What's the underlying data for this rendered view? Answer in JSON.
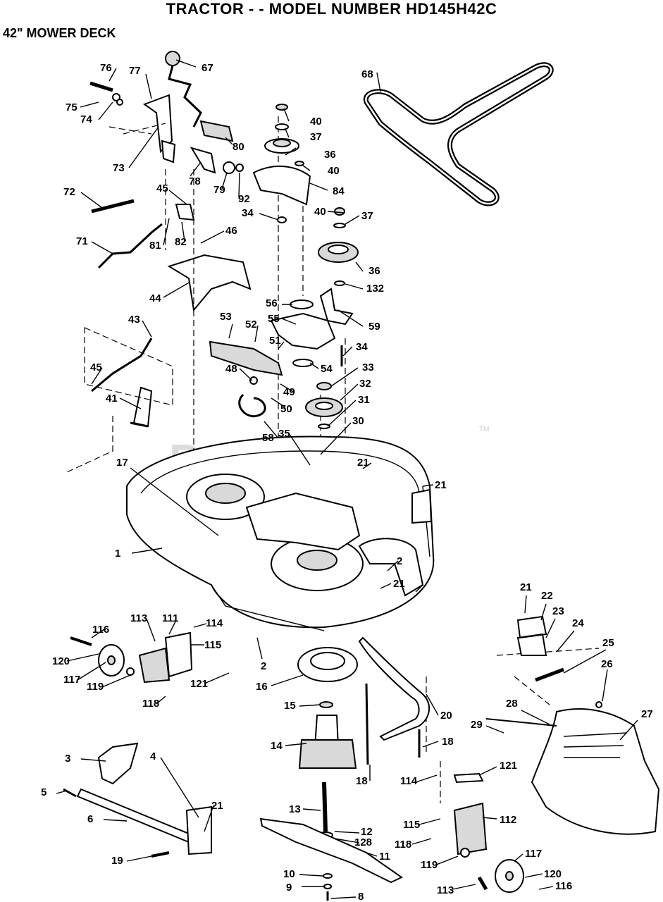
{
  "header": {
    "title": "TRACTOR - - MODEL NUMBER HD145H42C",
    "subtitle": "42\" MOWER DECK"
  },
  "watermark": {
    "text": "PartsTree",
    "tm": "TM"
  },
  "callouts": [
    "76",
    "77",
    "67",
    "75",
    "74",
    "73",
    "78",
    "79",
    "80",
    "92",
    "72",
    "45",
    "81",
    "82",
    "46",
    "71",
    "44",
    "40",
    "37",
    "36",
    "40",
    "84",
    "34",
    "40",
    "37",
    "36",
    "132",
    "56",
    "55",
    "59",
    "53",
    "52",
    "51",
    "34",
    "48",
    "54",
    "33",
    "49",
    "50",
    "32",
    "31",
    "58",
    "35",
    "30",
    "43",
    "45",
    "41",
    "68",
    "17",
    "21",
    "21",
    "1",
    "2",
    "21",
    "113",
    "111",
    "116",
    "114",
    "115",
    "120",
    "117",
    "119",
    "2",
    "121",
    "118",
    "16",
    "15",
    "14",
    "20",
    "18",
    "18",
    "3",
    "4",
    "5",
    "6",
    "21",
    "19",
    "13",
    "12",
    "128",
    "11",
    "10",
    "9",
    "8",
    "114",
    "121",
    "115",
    "112",
    "118",
    "119",
    "113",
    "117",
    "120",
    "116",
    "21",
    "22",
    "23",
    "24",
    "25",
    "26",
    "28",
    "29",
    "27"
  ]
}
